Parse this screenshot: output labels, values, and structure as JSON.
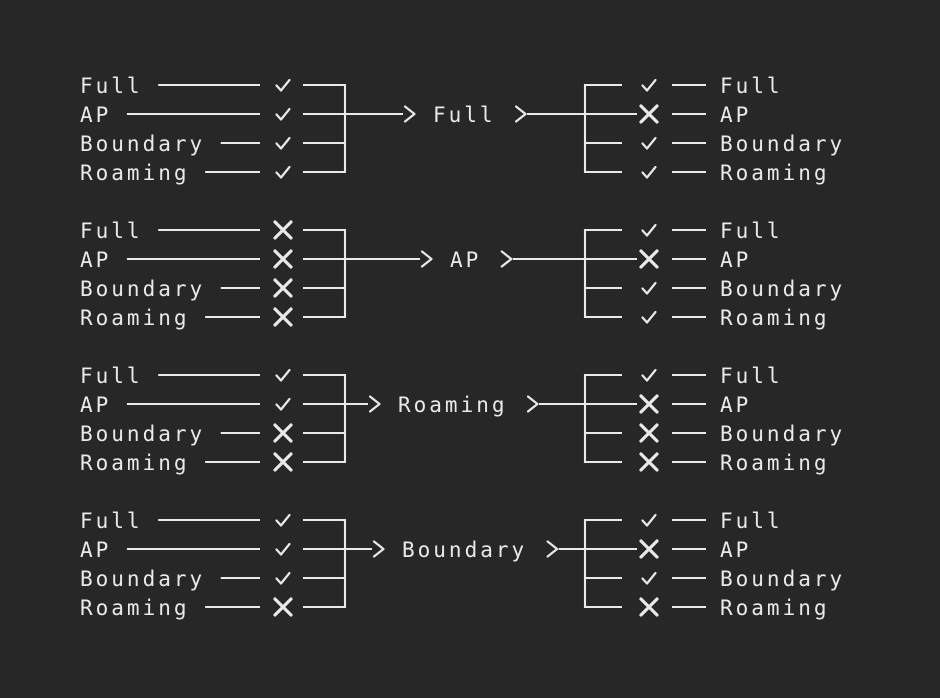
{
  "colors": {
    "background": "#272727",
    "foreground": "#e9e9e7"
  },
  "modes": [
    "Full",
    "AP",
    "Boundary",
    "Roaming"
  ],
  "mark_glyphs": {
    "check": "✓",
    "cross": "✗"
  },
  "arrow_glyph": ">",
  "groups": [
    {
      "transition_label": "Full",
      "left_marks": [
        "check",
        "check",
        "check",
        "check"
      ],
      "right_marks": [
        "check",
        "cross",
        "check",
        "check"
      ]
    },
    {
      "transition_label": "AP",
      "left_marks": [
        "cross",
        "cross",
        "cross",
        "cross"
      ],
      "right_marks": [
        "check",
        "cross",
        "check",
        "check"
      ]
    },
    {
      "transition_label": "Roaming",
      "left_marks": [
        "check",
        "check",
        "cross",
        "cross"
      ],
      "right_marks": [
        "check",
        "cross",
        "cross",
        "cross"
      ]
    },
    {
      "transition_label": "Boundary",
      "left_marks": [
        "check",
        "check",
        "check",
        "cross"
      ],
      "right_marks": [
        "check",
        "cross",
        "check",
        "cross"
      ]
    }
  ]
}
